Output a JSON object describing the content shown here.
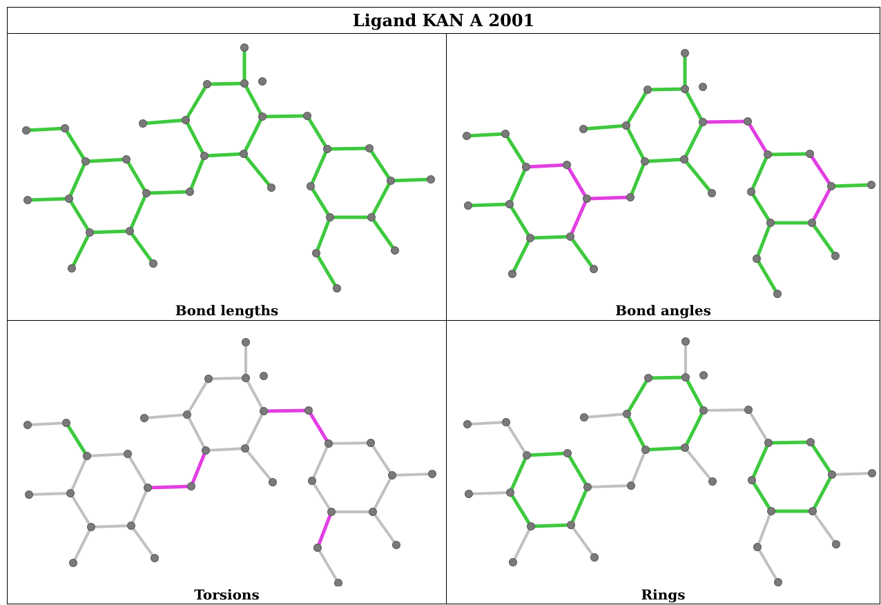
{
  "title": "Ligand KAN A 2001",
  "panels": [
    {
      "caption": "Bond lengths"
    },
    {
      "caption": "Bond angles"
    },
    {
      "caption": "Torsions"
    },
    {
      "caption": "Rings"
    }
  ],
  "colors": {
    "atom": "#7a7a7a",
    "atom_stroke": "#5a5a5a",
    "bond_green": "#3ec93e",
    "bond_magenta": "#e23ee2",
    "bond_gray": "#c0c0c0"
  }
}
